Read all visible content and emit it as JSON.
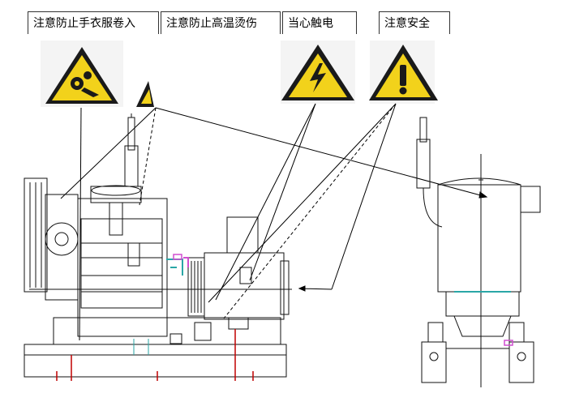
{
  "labels": {
    "entanglement": "注意防止手衣服卷入",
    "hot_surface": "注意防止高温烫伤",
    "electric_shock": "当心触电",
    "caution": "注意安全"
  },
  "icons": [
    "entanglement-warning-icon",
    "hot-surface-warning-icon",
    "electric-shock-warning-icon",
    "general-caution-icon"
  ],
  "colors": {
    "sign_yellow": "#f2d21b",
    "sign_black": "#1a1a1a",
    "ground_marker": "#c00000",
    "coolant_accent": "#2aa6a6",
    "pipe_accent": "#d14fd1"
  }
}
